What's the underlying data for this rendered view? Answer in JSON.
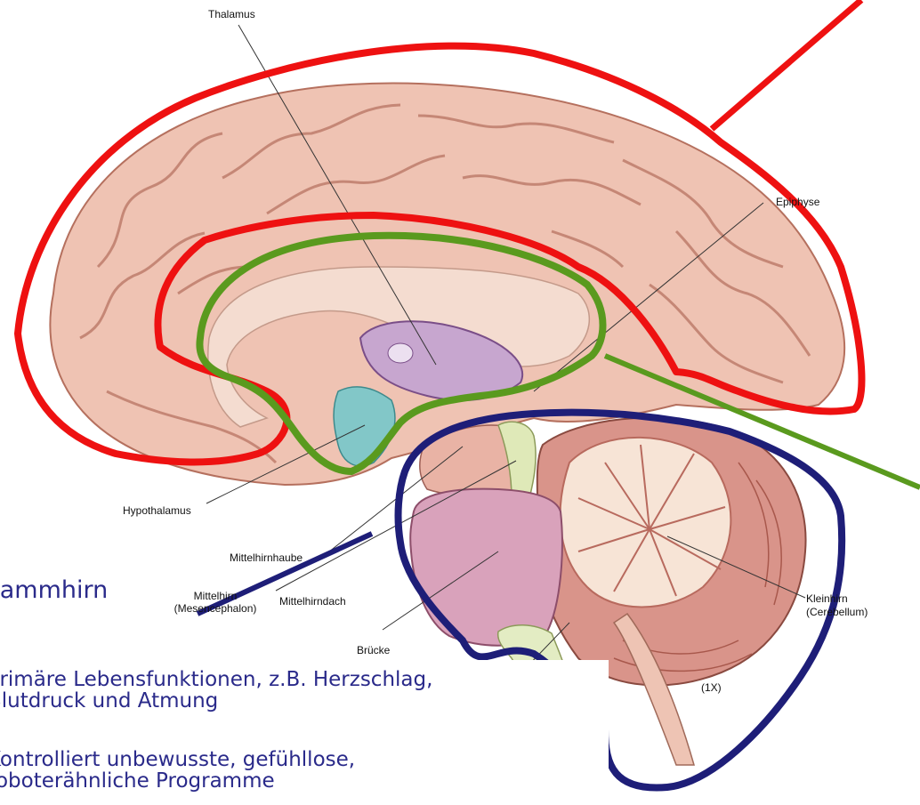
{
  "labels": {
    "thalamus": "Thalamus",
    "epiphyse": "Epiphyse",
    "hypothalamus": "Hypothalamus",
    "mittelhirnhaube": "Mittelhirnhaube",
    "mittelhirn": "Mittelhirn",
    "mesencephalon": "(Mesencephalon)",
    "mittelhirndach": "Mittelhirndach",
    "bruecke": "Brücke",
    "kleinhirn": "Kleinhirn",
    "cerebellum": "(Cerebellum)",
    "magnification": "(1X)"
  },
  "slide": {
    "title": "Stammhirn",
    "bullets": [
      {
        "line1": "Primäre Lebensfunktionen, z.B. Herzschlag,",
        "line2": "Blutdruck und Atmung"
      },
      {
        "line1": "Kontrolliert unbewusste, gefühllose,",
        "line2": "roboterähnliche Programme"
      }
    ]
  },
  "colors": {
    "neocortex_outline": "#ee1111",
    "limbic_outline": "#5a9a1e",
    "stem_outline": "#1e1e78",
    "cortex_fill": "#efc3b3",
    "text_blue": "#2a2a8a"
  }
}
